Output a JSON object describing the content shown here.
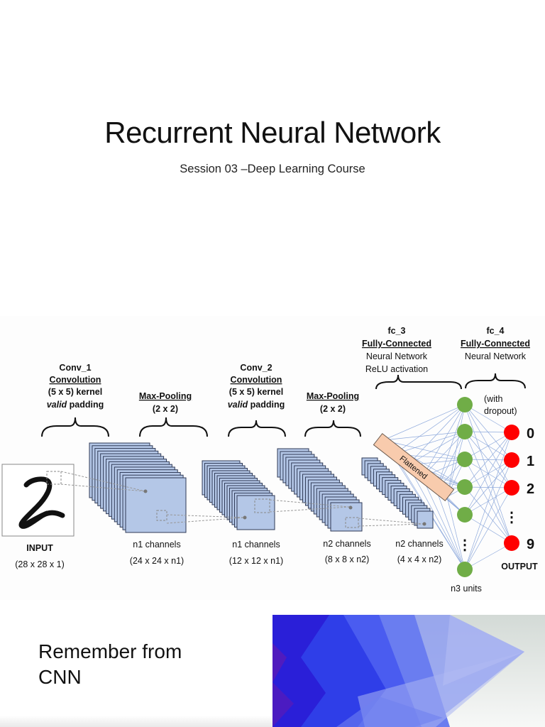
{
  "slide": {
    "title": "Recurrent Neural Network",
    "subtitle": "Session 03 –Deep Learning Course",
    "bottom_text_line1": "Remember from",
    "bottom_text_line2": "CNN"
  },
  "diagram": {
    "stages": [
      {
        "name": "Conv_1",
        "type": "Convolution",
        "line3": "(5 x 5) kernel",
        "line4_italic": "valid",
        "line4_rest": " padding"
      },
      {
        "name": "",
        "type": "Max-Pooling",
        "line3": "(2 x 2)"
      },
      {
        "name": "Conv_2",
        "type": "Convolution",
        "line3": "(5 x 5) kernel",
        "line4_italic": "valid",
        "line4_rest": " padding"
      },
      {
        "name": "",
        "type": "Max-Pooling",
        "line3": "(2 x 2)"
      },
      {
        "name": "fc_3",
        "type": "Fully-Connected",
        "line3": "Neural Network",
        "line4": "ReLU activation"
      },
      {
        "name": "fc_4",
        "type": "Fully-Connected",
        "line3": "Neural Network"
      }
    ],
    "layers": [
      {
        "label": "INPUT",
        "dims": "(28 x 28 x 1)"
      },
      {
        "label": "n1 channels",
        "dims": "(24 x 24 x n1)"
      },
      {
        "label": "n1 channels",
        "dims": "(12 x 12 x n1)"
      },
      {
        "label": "n2 channels",
        "dims": "(8 x 8 x n2)"
      },
      {
        "label": "n2 channels",
        "dims": "(4 x 4 x n2)"
      }
    ],
    "flattened_label": "Flattened",
    "dropout_note_line1": "(with",
    "dropout_note_line2": "dropout)",
    "hidden_label": "n3 units",
    "output_label": "OUTPUT",
    "output_digits": [
      "0",
      "1",
      "2",
      "9"
    ],
    "ellipsis": "⋮",
    "colors": {
      "plate_fill": "#b4c7e7",
      "plate_stroke": "#2f3a56",
      "flatten_fill": "#f8cbad",
      "hidden_node": "#70ad47",
      "output_node": "#ff0000",
      "edge": "#8faadc"
    }
  }
}
